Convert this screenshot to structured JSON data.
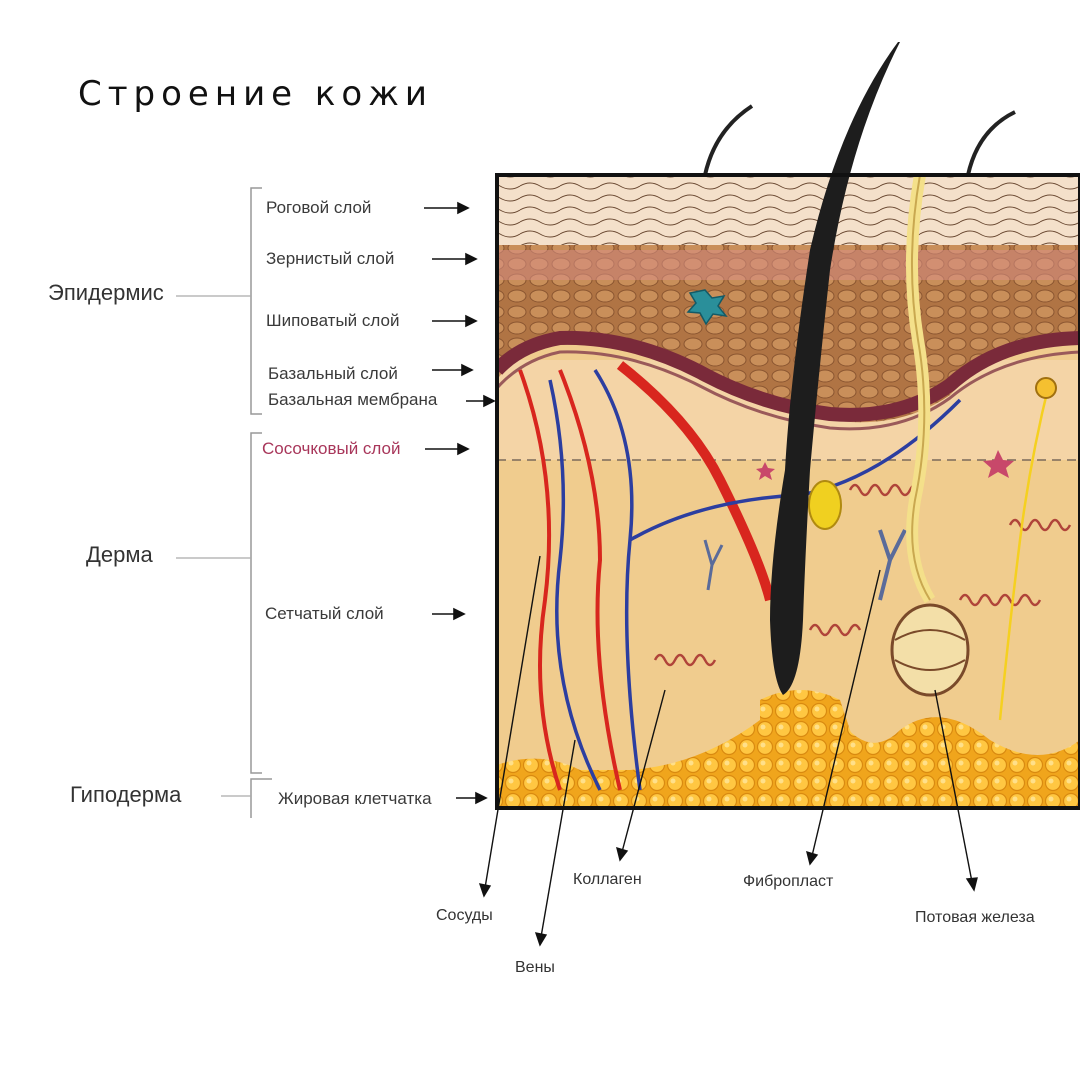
{
  "title": "Строение кожи",
  "groups": {
    "epidermis": "Эпидермис",
    "dermis": "Дерма",
    "hypodermis": "Гиподерма"
  },
  "layers": {
    "stratum_corneum": "Роговой слой",
    "stratum_granulosum": "Зернистый слой",
    "stratum_spinosum": "Шиповатый слой",
    "stratum_basale": "Базальный слой",
    "basement_membrane": "Базальная мембрана",
    "papillary_layer": "Сосочковый слой",
    "reticular_layer": "Сетчатый слой",
    "fatty_tissue": "Жировая клетчатка"
  },
  "structures": {
    "vessels": "Сосуды",
    "veins": "Вены",
    "collagen": "Коллаген",
    "fibroblast": "Фибропласт",
    "sweat_gland": "Потовая железа"
  },
  "colors": {
    "papillary_label": "#a8365a",
    "corneum": "#f2dcc4",
    "spinosum": "#a86a3c",
    "dermis": "#f2cf93",
    "fat": "#f5b528",
    "artery": "#d8261e",
    "vein": "#2c3ea0",
    "hair": "#1d1d1d"
  }
}
